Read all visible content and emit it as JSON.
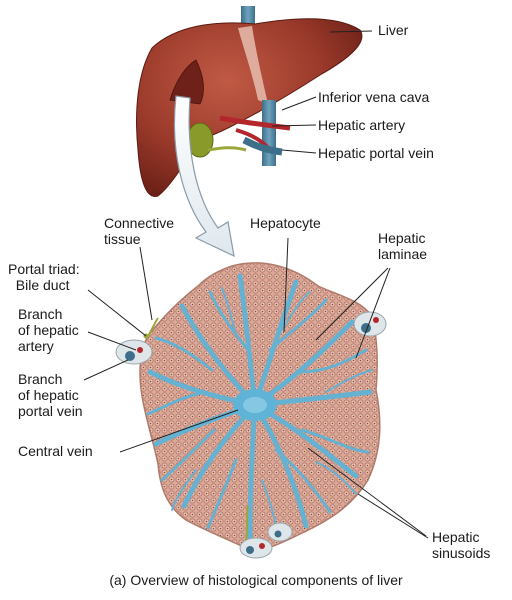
{
  "labels": {
    "liver": "Liver",
    "inferior_vena_cava": "Inferior vena cava",
    "hepatic_artery": "Hepatic artery",
    "hepatic_portal_vein": "Hepatic portal vein",
    "connective_tissue": "Connective\ntissue",
    "hepatocyte": "Hepatocyte",
    "hepatic_laminae": "Hepatic\nlaminae",
    "portal_triad_bile_duct": "Portal triad:\n  Bile duct",
    "branch_hepatic_artery": "Branch\nof hepatic\nartery",
    "branch_hepatic_portal_vein": "Branch\nof hepatic\nportal vein",
    "central_vein": "Central vein",
    "hepatic_sinusoids": "Hepatic\nsinusoids"
  },
  "caption": "(a) Overview of histological components of liver",
  "colors": {
    "liver_fill": "#9b3a2b",
    "liver_shade": "#6e2118",
    "sinusoid_blue": "#5fb3d6",
    "lobule_pink": "#d9a393",
    "cell_outline": "#a86a5a",
    "bile_duct": "#9aa83a",
    "vein_blue": "#3d6f8a",
    "artery_red": "#b3262b",
    "leader_line": "#222222"
  }
}
